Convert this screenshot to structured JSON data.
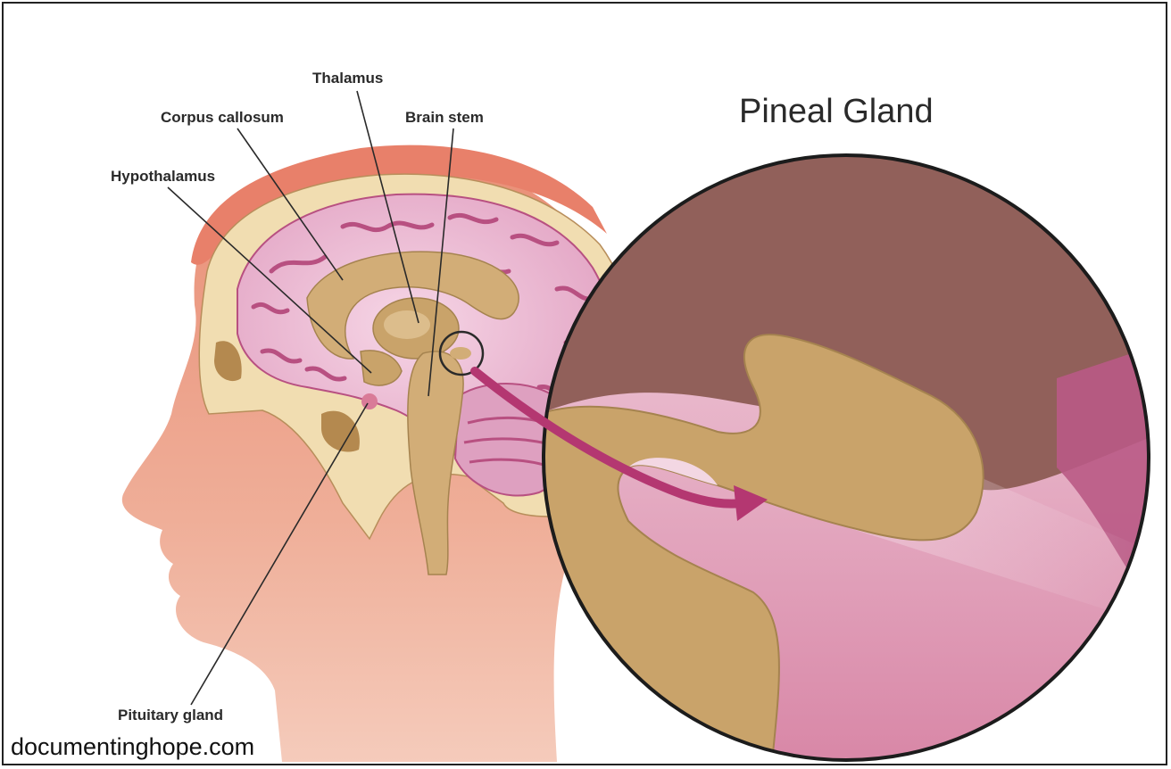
{
  "title": "Pineal Gland",
  "labels": {
    "thalamus": "Thalamus",
    "corpus_callosum": "Corpus callosum",
    "brain_stem": "Brain stem",
    "hypothalamus": "Hypothalamus",
    "pituitary_gland": "Pituitary gland"
  },
  "credit": "documentinghope.com",
  "colors": {
    "skin": "#eba48d",
    "scalp": "#e8806a",
    "bone": "#f1ddb1",
    "brain": "#eab7d1",
    "brain_fold": "#b85081",
    "tan": "#c9a36a",
    "arrow": "#b43771",
    "inset_dark": "#91605a"
  }
}
